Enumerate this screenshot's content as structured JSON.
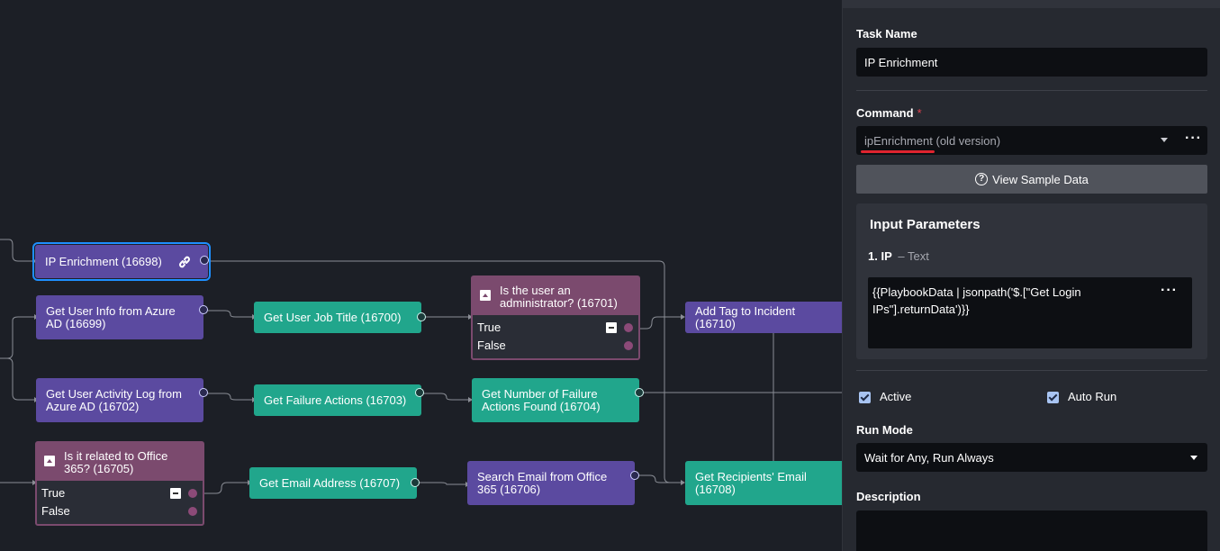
{
  "canvas": {
    "nodes": {
      "ip_enrichment": "IP Enrichment (16698)",
      "get_user_info": "Get User Info from Azure AD (16699)",
      "get_user_job_title": "Get User Job Title (16700)",
      "get_user_activity": "Get User Activity Log from Azure AD (16702)",
      "get_failure_actions": "Get Failure Actions (16703)",
      "get_number_failure": "Get Number of Failure Actions Found (16704)",
      "add_tag": "Add Tag to Incident (16710)",
      "get_email_address": "Get Email Address (16707)",
      "search_email": "Search Email from Office 365 (16706)",
      "get_recipients": "Get Recipients' Email (16708)"
    },
    "conditions": {
      "is_admin": {
        "title": "Is the user an administrator? (16701)",
        "true_label": "True",
        "false_label": "False"
      },
      "is_office365": {
        "title": "Is it related to Office 365? (16705)",
        "true_label": "True",
        "false_label": "False"
      }
    }
  },
  "panel": {
    "task_name_label": "Task Name",
    "task_name_value": "IP Enrichment",
    "command_label": "Command",
    "command_required": "*",
    "command_value": "ipEnrichment",
    "command_suffix": "(old version)",
    "view_sample_label": "View Sample Data",
    "input_params_title": "Input Parameters",
    "param_name": "1. IP",
    "param_type": "– Text",
    "param_value": "{{PlaybookData | jsonpath('$.[\"Get Login IPs\"].returnData')}}",
    "active_label": "Active",
    "auto_run_label": "Auto Run",
    "run_mode_label": "Run Mode",
    "run_mode_value": "Wait for Any, Run Always",
    "description_label": "Description"
  },
  "colors": {
    "canvas_bg": "#1c1f26",
    "purple_node": "#5b4aa0",
    "teal_node": "#21a68c",
    "condition": "#7b4a6e",
    "selection": "#1e8fff",
    "underline": "#e0242f"
  }
}
